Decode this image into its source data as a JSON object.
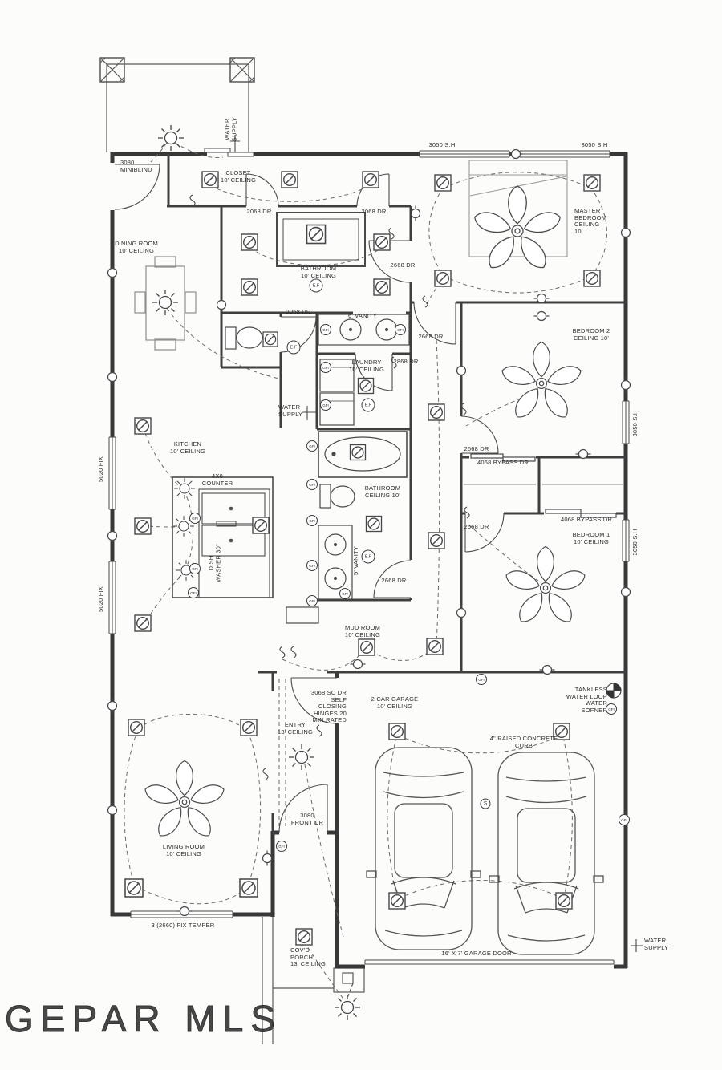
{
  "watermark": "GEPAR MLS",
  "symbols": {
    "gfi": "GFI",
    "exhaust_fan": "E.F",
    "smoke": "S"
  },
  "rooms": {
    "closet": {
      "name": "CLOSET",
      "ceiling": "10' CEILING"
    },
    "dining": {
      "name": "DINING ROOM",
      "ceiling": "10' CEILING"
    },
    "master_bath": {
      "name": "BATHROOM",
      "ceiling": "10' CEILING"
    },
    "master_bedroom": {
      "l1": "MASTER",
      "l2": "BEDROOM",
      "l3": "CEILING",
      "l4": "10'"
    },
    "bedroom2": {
      "name": "BEDROOM 2",
      "ceiling": "CEILING 10'"
    },
    "bedroom1": {
      "name": "BEDROOM 1",
      "ceiling": "10' CEILING"
    },
    "laundry": {
      "name": "LAUNDRY",
      "ceiling": "10' CEILING"
    },
    "kitchen": {
      "name": "KITCHEN",
      "ceiling": "10' CEILING"
    },
    "hall_bath": {
      "name": "BATHROOM",
      "ceiling": "CEILING 10'"
    },
    "mud_room": {
      "name": "MUD ROOM",
      "ceiling": "10' CEILING"
    },
    "garage": {
      "name": "2 CAR GARAGE",
      "ceiling": "10' CEILING"
    },
    "entry": {
      "name": "ENTRY",
      "ceiling": "13' CEILING"
    },
    "living": {
      "name": "LIVING ROOM",
      "ceiling": "10' CEILING"
    },
    "porch": {
      "l1": "COV'D",
      "l2": "PORCH",
      "l3": "13' CEILING"
    }
  },
  "doors": {
    "d2068": "2068 DR",
    "d2668": "2668 DR",
    "d2868": "2868 DR",
    "bypass": "4068 BYPASS DR",
    "front": {
      "l1": "3080",
      "l2": "FRONT DR"
    },
    "miniblind": {
      "l1": "3080",
      "l2": "MINIBLIND"
    },
    "self_closing": {
      "l1": "3068 SC DR",
      "l2": "SELF",
      "l3": "CLOSING",
      "l4": "HINGES 20",
      "l5": "MIN RATED"
    },
    "garage_door": "16' X 7' GARAGE DOOR"
  },
  "windows": {
    "sh_3050": "3050 S.H",
    "fix_5020": "5020 FIX",
    "fix_temper": "3 (2660) FIX TEMPER"
  },
  "annotations": {
    "water_supply": {
      "l1": "WATER",
      "l2": "SUPPLY"
    },
    "curb": {
      "l1": "4\" RAISED CONCRETE",
      "l2": "CURB"
    },
    "tankless": {
      "l1": "TANKLESS",
      "l2": "WATER LOOP",
      "l3": "WATER",
      "l4": "SOFNER"
    },
    "island": {
      "l1": "4X8",
      "l2": "COUNTER"
    },
    "dishwasher": {
      "l1": "DISH",
      "l2": "WASHER 30\""
    },
    "vanity6": "6' VANITY",
    "vanity5": "5' VANITY"
  }
}
